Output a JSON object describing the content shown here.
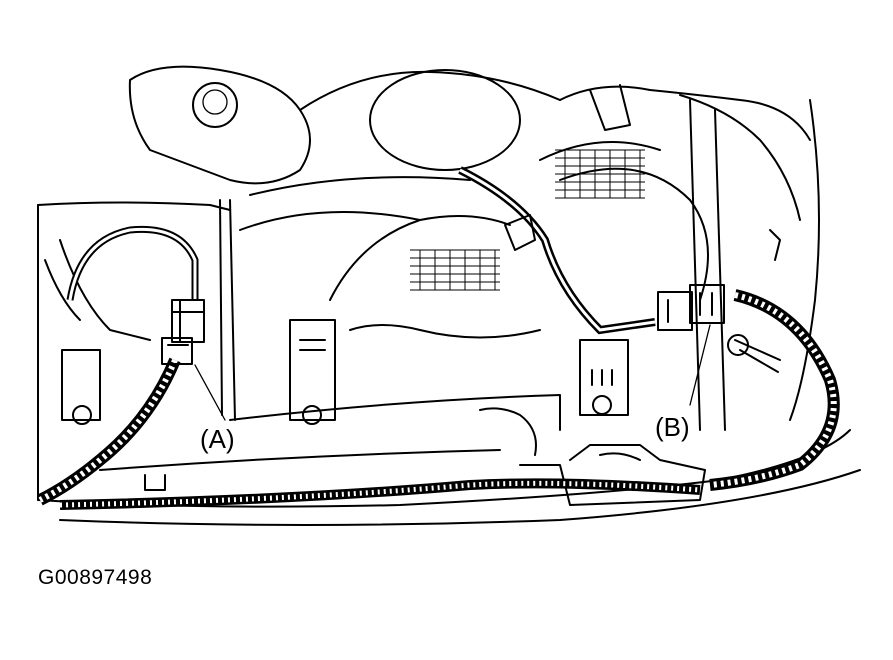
{
  "callouts": {
    "a": "(A)",
    "b": "(B)"
  },
  "figure_id": "G00897498",
  "colors": {
    "line": "#000000",
    "background": "#ffffff"
  }
}
